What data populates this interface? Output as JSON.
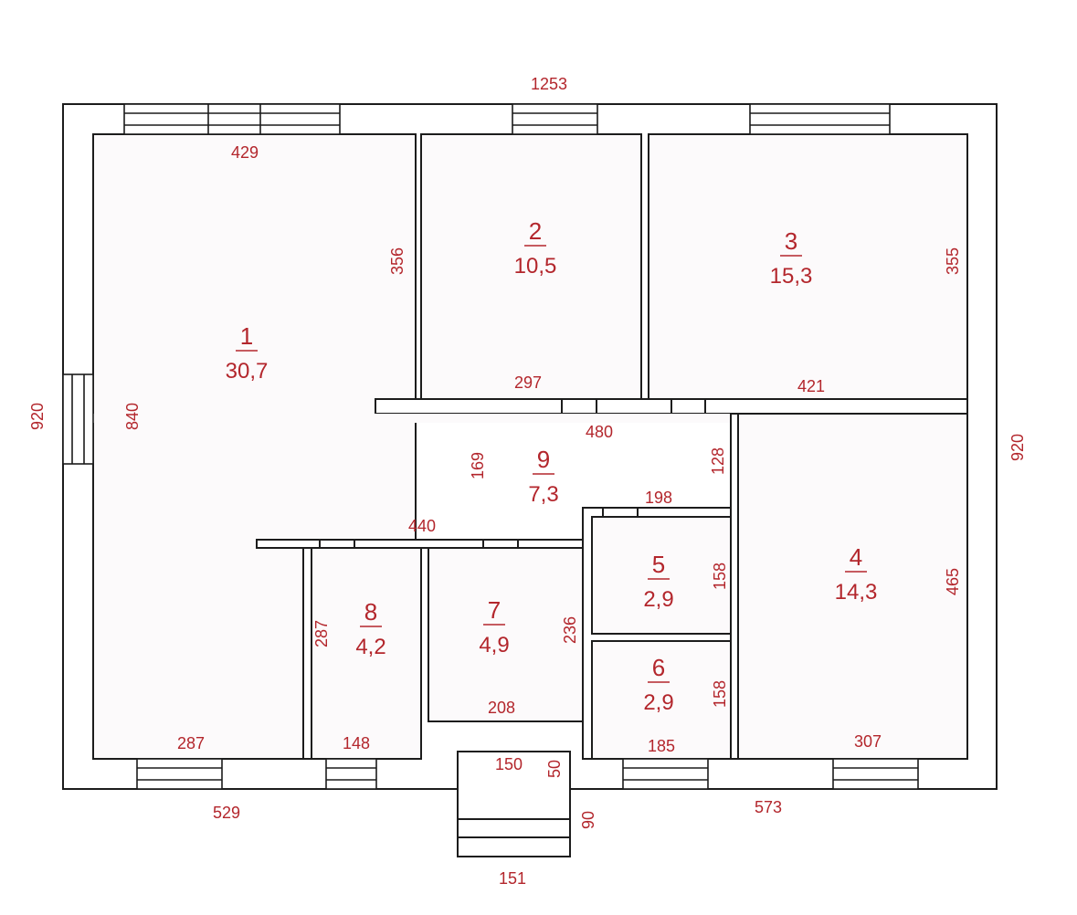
{
  "rooms": [
    {
      "number": "1",
      "area": "30,7"
    },
    {
      "number": "2",
      "area": "10,5"
    },
    {
      "number": "3",
      "area": "15,3"
    },
    {
      "number": "4",
      "area": "14,3"
    },
    {
      "number": "5",
      "area": "2,9"
    },
    {
      "number": "6",
      "area": "2,9"
    },
    {
      "number": "7",
      "area": "4,9"
    },
    {
      "number": "8",
      "area": "4,2"
    },
    {
      "number": "9",
      "area": "7,3"
    }
  ],
  "dimensions": {
    "top_overall": "1253",
    "left_overall": "920",
    "right_overall": "920",
    "bottom_left": "529",
    "bottom_right": "573",
    "room1_top": "429",
    "room1_height": "840",
    "room1_bottom": "287",
    "room2_height": "356",
    "room2_bottom": "297",
    "room3_height": "355",
    "room3_bottom": "421",
    "corridor_top": "480",
    "corridor_height": "169",
    "corridor_right_height": "128",
    "corridor_bottom": "440",
    "room5_top": "198",
    "room5_height": "158",
    "room6_height": "158",
    "room6_bottom": "185",
    "room4_height": "465",
    "room4_bottom": "307",
    "room7_height": "236",
    "room7_bottom": "208",
    "room8_height": "287",
    "room8_bottom": "148",
    "porch_width": "150",
    "porch_depth": "50",
    "steps_depth": "90",
    "steps_width": "151"
  }
}
